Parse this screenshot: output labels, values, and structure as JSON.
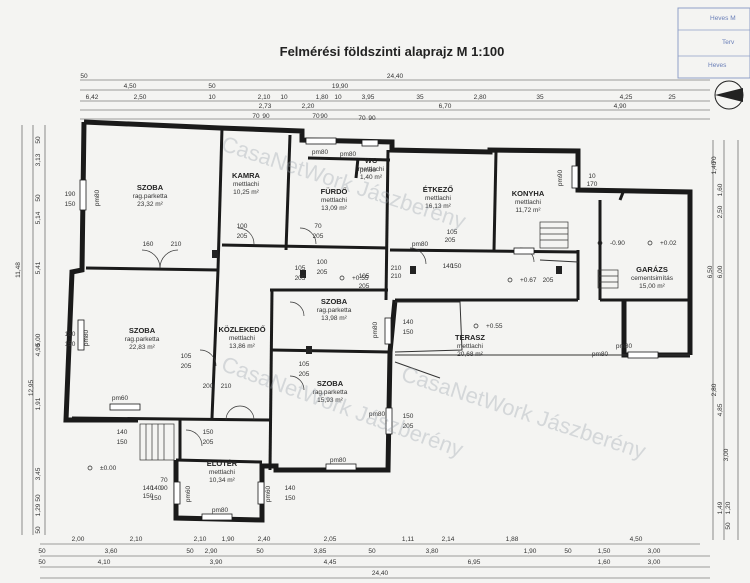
{
  "title": "Felmérési földszinti alaprajz M 1:100",
  "stamp": {
    "line1": "Heves M",
    "line2": "Terv",
    "line3": "Heves"
  },
  "watermark": [
    "CasaNetWork Jászberény",
    "CasaNetWork Jászberény",
    "CasaNetWork Jászberény"
  ],
  "rooms": [
    {
      "name": "SZOBA",
      "material": "rag.parketta",
      "area": "23,32 m²"
    },
    {
      "name": "KAMRA",
      "material": "mettlachi",
      "area": "10,25 m²"
    },
    {
      "name": "FÜRDŐ",
      "material": "mettlachi",
      "area": "13,09 m²"
    },
    {
      "name": "WC",
      "material": "mettlachi",
      "area": "1,40 m²"
    },
    {
      "name": "ÉTKEZŐ",
      "material": "mettlachi",
      "area": "16,13 m²"
    },
    {
      "name": "KONYHA",
      "material": "mettlachi",
      "area": "11,72 m²"
    },
    {
      "name": "GARÁZS",
      "material": "cementsimítás",
      "area": "15,00 m²"
    },
    {
      "name": "SZOBA",
      "material": "rag.parketta",
      "area": "22,83 m²"
    },
    {
      "name": "KÖZLEKEDŐ",
      "material": "mettlachi",
      "area": "13,86 m²"
    },
    {
      "name": "SZOBA",
      "material": "rag.parketta",
      "area": "13,98 m²"
    },
    {
      "name": "TERASZ",
      "material": "mettlachi",
      "area": "20,68 m²"
    },
    {
      "name": "SZOBA",
      "material": "rag.parketta",
      "area": "15,93 m²"
    },
    {
      "name": "ELŐTÉR",
      "material": "mettlachi",
      "area": "10,34 m²"
    }
  ],
  "levels": [
    "±0.00",
    "-0.90",
    "+0.02",
    "+0.67",
    "+0.55",
    "+0.55",
    "±0.00"
  ],
  "window_labels": [
    "pm80",
    "pm80",
    "pm60",
    "pm80",
    "pm80",
    "pm60",
    "pm90",
    "pm80",
    "pm80",
    "pm80",
    "pm80",
    "pm60",
    "pm60",
    "pm80",
    "pm80",
    "pm80"
  ],
  "small_dims": [
    "190",
    "150",
    "180",
    "150",
    "160",
    "210",
    "105",
    "205",
    "105",
    "205",
    "105",
    "205",
    "200",
    "210",
    "140",
    "150",
    "140",
    "150",
    "150",
    "205",
    "105",
    "205",
    "100",
    "205",
    "70",
    "205",
    "10",
    "170",
    "140",
    "150",
    "150",
    "205",
    "140",
    "150",
    "210",
    "210",
    "140",
    "150",
    "140",
    "150",
    "70",
    "90",
    "70",
    "90",
    "70",
    "90",
    "70",
    "90",
    "105",
    "205",
    "100",
    "205",
    "205"
  ],
  "top_dims": {
    "row1": [
      "50",
      "24,40"
    ],
    "row2": [
      "4,50",
      "50",
      "19,90"
    ],
    "row3": [
      "6,42",
      "2,50",
      "10",
      "2,10",
      "10",
      "1,80",
      "10",
      "3,95",
      "35",
      "2,80",
      "35",
      "4,25",
      "25"
    ],
    "row4": [
      "2,73",
      "2,20",
      "6,70",
      "4,90"
    ]
  },
  "left_dims": [
    "50",
    "3,13",
    "50",
    "5,14",
    "11,48",
    "5,41",
    "4,90",
    "5,00",
    "12,95",
    "1,91",
    "3,45",
    "50",
    "1,29",
    "50"
  ],
  "right_dims": [
    "70",
    "1,40",
    "1,60",
    "2,50",
    "6,50",
    "6,00",
    "2,80",
    "4,85",
    "3,00",
    "1,49",
    "1,20",
    "50"
  ],
  "bottom_dims": {
    "row1": [
      "2,00",
      "2,10",
      "2,10",
      "1,90",
      "2,40",
      "2,05",
      "1,11",
      "2,14",
      "1,88",
      "4,50"
    ],
    "row2": [
      "50",
      "3,60",
      "50",
      "2,90",
      "50",
      "3,85",
      "50",
      "3,80",
      "1,90",
      "50",
      "1,50",
      "3,00"
    ],
    "row3": [
      "50",
      "4,10",
      "3,90",
      "4,45",
      "6,95",
      "1,60",
      "3,00"
    ],
    "row4": [
      "24,40"
    ]
  }
}
